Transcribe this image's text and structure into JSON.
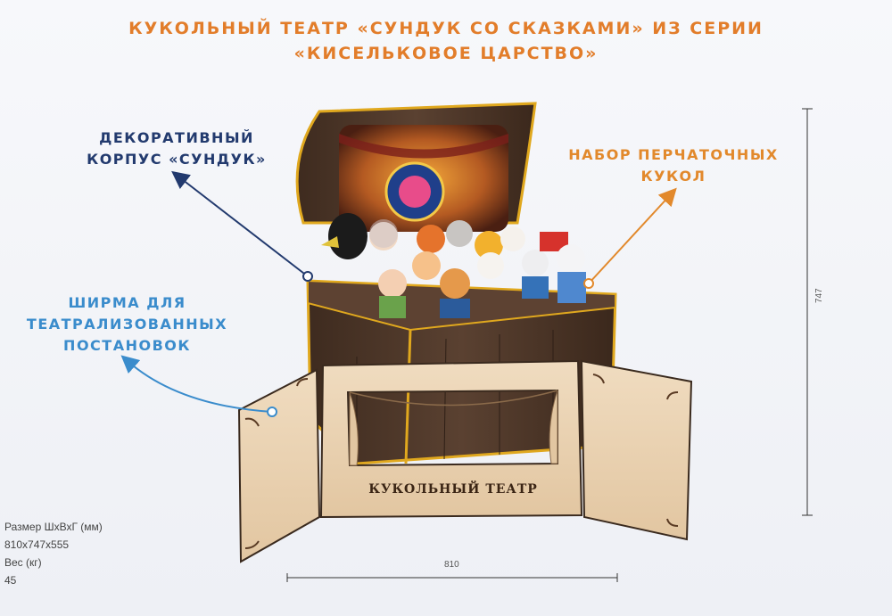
{
  "title": {
    "line1": "КУКОЛЬНЫЙ ТЕАТР «СУНДУК СО СКАЗКАМИ» ИЗ СЕРИИ",
    "line2": "«КИСЕЛЬКОВОЕ ЦАРСТВО»"
  },
  "callouts": {
    "body": {
      "line1": "ДЕКОРАТИВНЫЙ",
      "line2": "КОРПУС «СУНДУК»"
    },
    "puppets": {
      "line1": "НАБОР ПЕРЧАТОЧНЫХ",
      "line2": "КУКОЛ"
    },
    "screen": {
      "line1": "ШИРМА ДЛЯ",
      "line2": "ТЕАТРАЛИЗОВАННЫХ",
      "line3": "ПОСТАНОВОК"
    }
  },
  "screen_sign": "КУКОЛЬНЫЙ ТЕАТР",
  "dimensions": {
    "width": "810",
    "height": "747"
  },
  "specs": {
    "size_label": "Размер ШхВхГ (мм)",
    "size_value": "810x747x555",
    "weight_label": "Вес (кг)",
    "weight_value": "45"
  },
  "colors": {
    "title": "#e27d2a",
    "navy": "#223a6e",
    "orange": "#e2892c",
    "blue": "#3a8ccc",
    "wood_dark": "#4a3426",
    "wood_trim": "#e0a81e",
    "plywood": "#e9d2b4"
  }
}
